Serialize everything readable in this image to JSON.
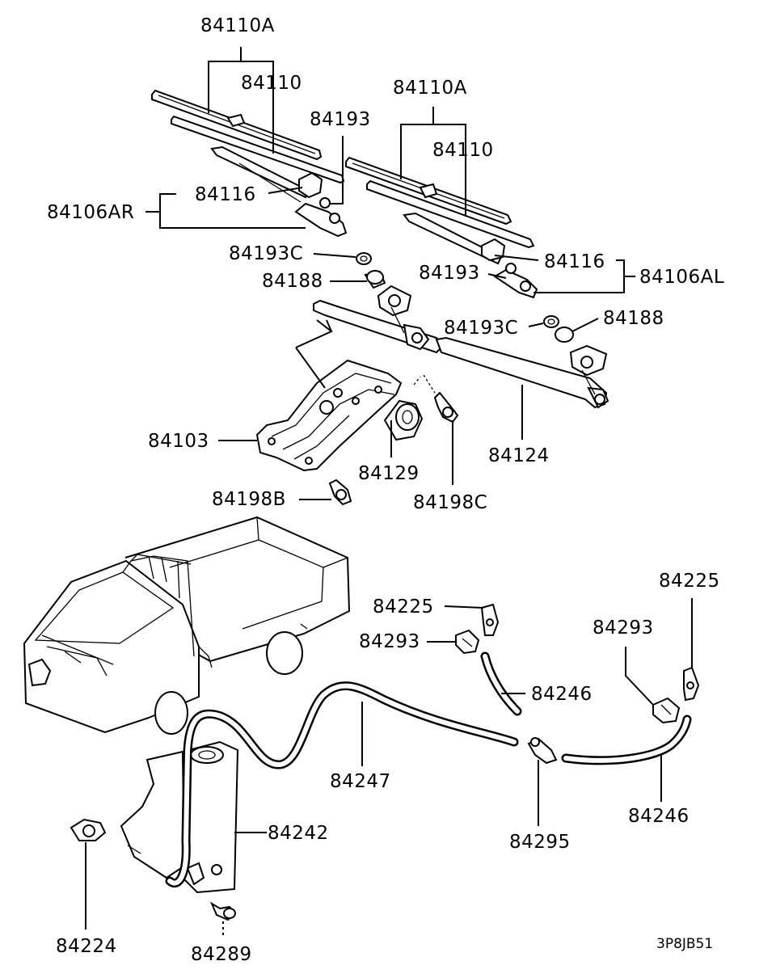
{
  "diagram": {
    "code": "3P8JB51",
    "labels": {
      "l84110A_left": "84110A",
      "l84110_left": "84110",
      "l84193_left": "84193",
      "l84116_left": "84116",
      "l84106AR": "84106AR",
      "l84110A_right": "84110A",
      "l84110_right": "84110",
      "l84193C_left": "84193C",
      "l84116_right": "84116",
      "l84106AL": "84106AL",
      "l84188_left": "84188",
      "l84193_right": "84193",
      "l84193C_right": "84193C",
      "l84188_right": "84188",
      "l84103": "84103",
      "l84129": "84129",
      "l84124": "84124",
      "l84198B": "84198B",
      "l84198C": "84198C",
      "l84225_right": "84225",
      "l84225_left": "84225",
      "l84293_right": "84293",
      "l84293_left": "84293",
      "l84246_top": "84246",
      "l84247": "84247",
      "l84242": "84242",
      "l84295": "84295",
      "l84246_bottom": "84246",
      "l84224": "84224",
      "l84289": "84289"
    }
  }
}
